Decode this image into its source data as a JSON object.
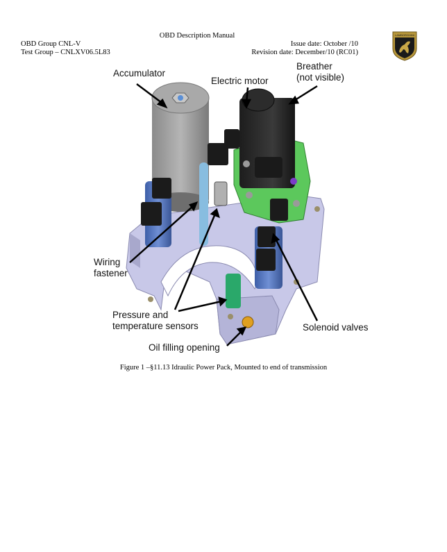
{
  "header": {
    "manual_title": "OBD Description Manual",
    "group": "OBD Group CNL-V",
    "test_group": "Test Group  – CNLXV06.5L83",
    "issue_date": "Issue date: October /10",
    "revision_date": "Revision date: December/10 (RC01)",
    "logo_text": "LAMBORGHINI"
  },
  "figure": {
    "labels": {
      "accumulator": "Accumulator",
      "electric_motor": "Electric motor",
      "breather_1": "Breather",
      "breather_2": "(not visible)",
      "wiring_1": "Wiring",
      "wiring_2": "fastener",
      "sensors_1": "Pressure and",
      "sensors_2": "temperature sensors",
      "solenoid": "Solenoid valves",
      "oil": "Oil filling opening"
    },
    "caption": "Figure 1 –§11.13 Idraulic Power Pack, Mounted to end of transmission"
  }
}
